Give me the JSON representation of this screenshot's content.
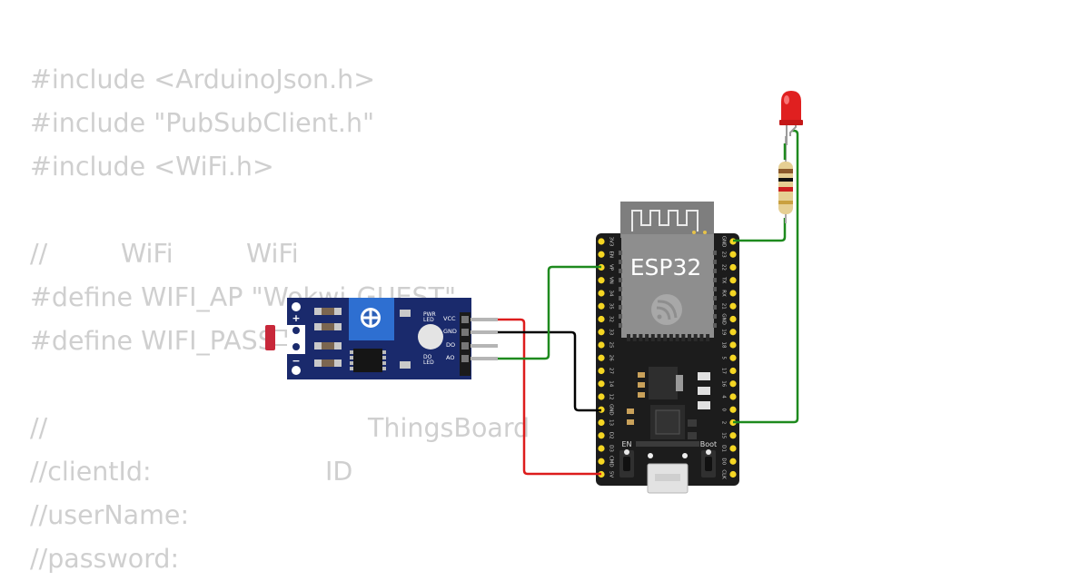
{
  "code_lines": [
    "#include <ArduinoJson.h>",
    "#include \"PubSubClient.h\"",
    "#include <WiFi.h>",
    "",
    [
      "//",
      "WiFi",
      "WiFi"
    ],
    "#define WIFI_AP \"Wokwi-GUEST\"",
    "#define WIFI_PASS \"\"",
    "",
    [
      "//",
      "ThingsBoard"
    ],
    [
      "//clientId:",
      "ID"
    ],
    "//userName:",
    "//password:"
  ],
  "sensor": {
    "plus": "+",
    "minus": "−",
    "pwr_led": [
      "PWR",
      "LED"
    ],
    "do_led": [
      "DO",
      "LED"
    ],
    "pins": [
      "VCC",
      "GND",
      "DO",
      "AO"
    ]
  },
  "esp32": {
    "label": "ESP32",
    "en": "EN",
    "boot": "Boot",
    "left_pins": [
      "3V3",
      "EN",
      "VP",
      "VN",
      "34",
      "35",
      "32",
      "33",
      "25",
      "26",
      "27",
      "14",
      "12",
      "GND",
      "13",
      "D2",
      "D3",
      "CMD",
      "5V"
    ],
    "right_pins": [
      "GND",
      "23",
      "22",
      "TX",
      "RX",
      "21",
      "GND",
      "19",
      "18",
      "5",
      "17",
      "16",
      "4",
      "0",
      "2",
      "15",
      "D1",
      "D0",
      "CLK"
    ]
  },
  "colors": {
    "board": "#1c1c1c",
    "module": "#8e8e8e",
    "pcb_blue": "#1a2a6c",
    "wire_green": "#1e8a1e",
    "wire_red": "#dd1c1c",
    "wire_black": "#000000",
    "pin_gold": "#f5d623",
    "led_red": "#e02020",
    "code_text": "#cfcfcf"
  }
}
